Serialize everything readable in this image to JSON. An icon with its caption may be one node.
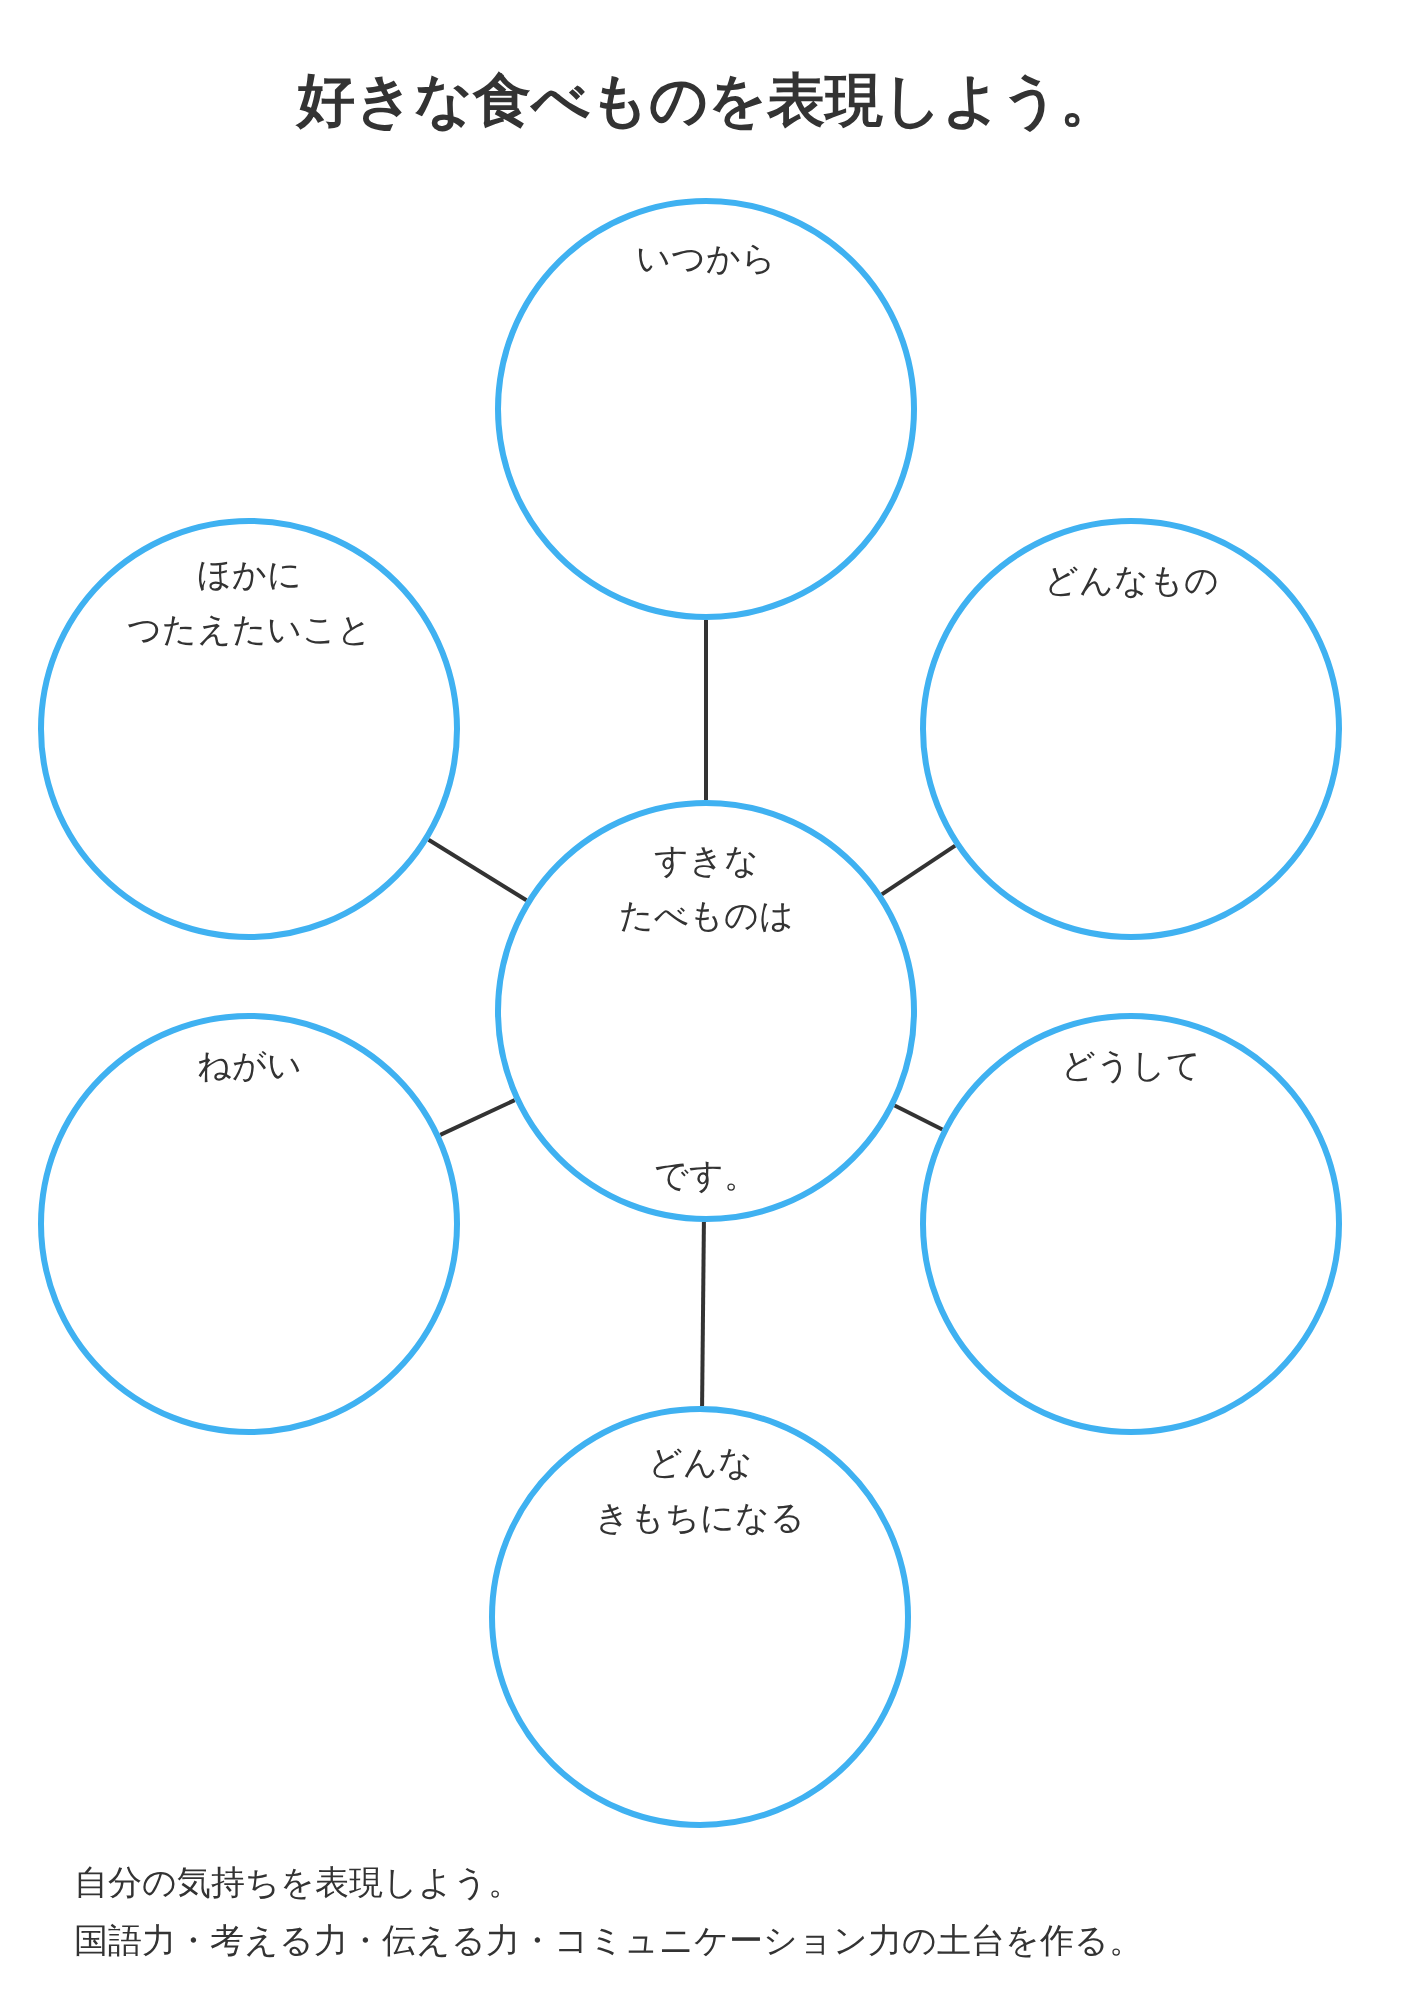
{
  "diagram": {
    "title": "好きな食べものを表現しよう。",
    "nodes": [
      {
        "text": [
          "いつから"
        ]
      },
      {
        "text": [
          "ほかにつたえたいこと"
        ]
      },
      {
        "text": [
          "どんなもの"
        ]
      },
      {
        "text": [
          "すきなたべものは",
          "です。"
        ]
      },
      {
        "text": [
          "ねがい"
        ]
      },
      {
        "text": [
          "どうして"
        ]
      },
      {
        "text": [
          "どんなきもちになる"
        ]
      }
    ],
    "edges": [
      {
        "from": 3,
        "to": 0,
        "arrow": "none"
      },
      {
        "from": 3,
        "to": 1,
        "arrow": "none"
      },
      {
        "from": 3,
        "to": 2,
        "arrow": "none"
      },
      {
        "from": 3,
        "to": 4,
        "arrow": "none"
      },
      {
        "from": 3,
        "to": 5,
        "arrow": "none"
      },
      {
        "from": 3,
        "to": 6,
        "arrow": "none"
      }
    ],
    "labels": [
      "自分の気持ちを表現しよう。",
      "国語力・考える力・伝える力・コミュニケーション力の土台を作る。"
    ]
  }
}
